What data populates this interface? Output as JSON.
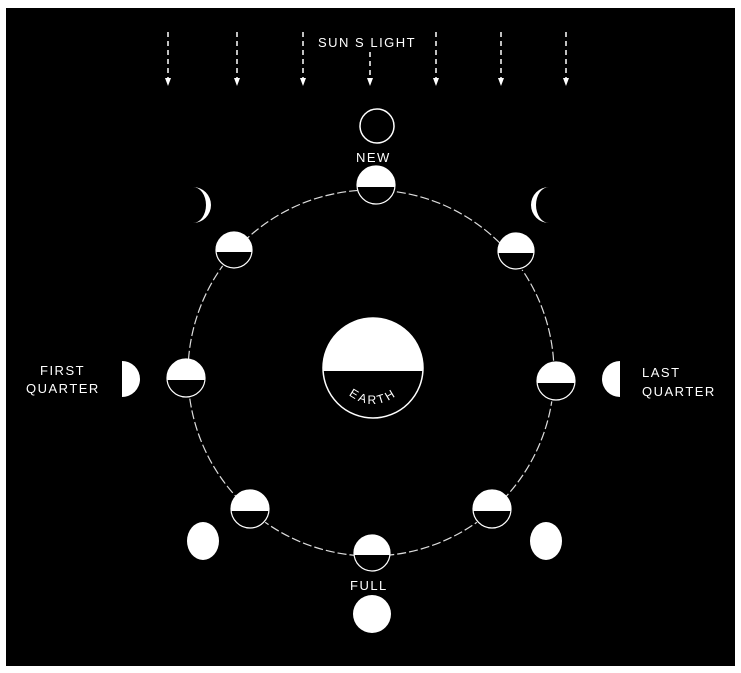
{
  "labels": {
    "sunlight": "SUN S LIGHT",
    "earth": "EARTH",
    "new": "NEW",
    "full": "FULL",
    "first_quarter_line1": "FIRST",
    "first_quarter_line2": "QUARTER",
    "last_quarter_line1": "LAST",
    "last_quarter_line2": "QUARTER"
  },
  "colors": {
    "background": "#000000",
    "lit": "#ffffff",
    "dark": "#000000",
    "orbit": "#dddddd"
  },
  "orbit_phases": [
    "new",
    "waxing-crescent",
    "first-quarter",
    "waxing-gibbous",
    "full",
    "waning-gibbous",
    "last-quarter",
    "waning-crescent"
  ]
}
